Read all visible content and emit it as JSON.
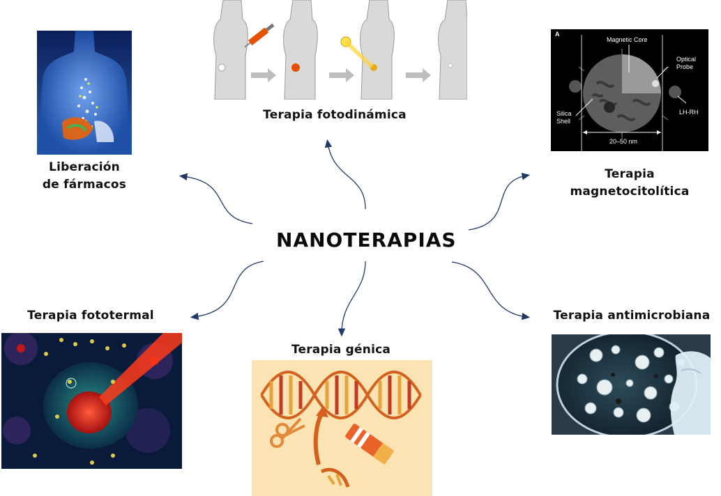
{
  "center": {
    "title": "NANOTERAPIAS"
  },
  "nodes": {
    "drug_release": {
      "line1": "Liberación",
      "line2": "de fármacos"
    },
    "photodynamic": {
      "label": "Terapia fotodinámica"
    },
    "magnetocytolytic": {
      "line1": "Terapia",
      "line2": "magnetocitolítica",
      "figure": {
        "panel_letter": "A",
        "magnetic_core": "Magnetic Core",
        "optical_probe_1": "Optical",
        "optical_probe_2": "Probe",
        "silica_1": "Silica",
        "silica_2": "Shell",
        "lh_rh": "LH-RH",
        "size": "20–50 nm"
      }
    },
    "photothermal": {
      "label": "Terapia fototermal"
    },
    "gene": {
      "label": "Terapia génica"
    },
    "antimicrobial": {
      "label": "Terapia antimicrobiana"
    }
  },
  "colors": {
    "arrow": "#1f3864",
    "gene_bg": "#fbe3b3",
    "magnet_bg": "#000000"
  }
}
